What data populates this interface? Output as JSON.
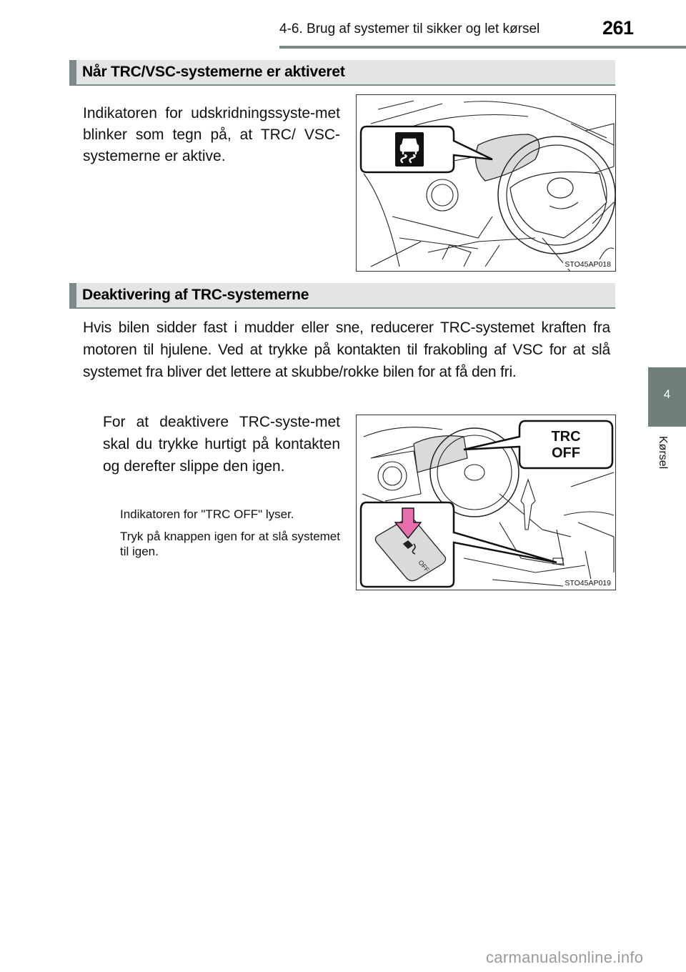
{
  "header": {
    "title": "4-6. Brug af systemer til sikker og let kørsel",
    "page_number": "261"
  },
  "sections": [
    {
      "heading": "Når TRC/VSC-systemerne er aktiveret",
      "body": "Indikatoren for udskridningssyste-met blinker som tegn på, at TRC/ VSC-systemerne er aktive.",
      "figure": {
        "caption": "STO45AP018",
        "callout_icon": "skid-indicator-icon"
      }
    },
    {
      "heading": "Deaktivering af TRC-systemerne",
      "intro": "Hvis bilen sidder fast i mudder eller sne, reducerer TRC-systemet kraften fra motoren til hjulene. Ved at trykke på kontakten til frakobling af VSC for at slå systemet fra bliver det lettere at skubbe/rokke bilen for at få den fri.",
      "step": "For at deaktivere TRC-syste-met skal du trykke hurtigt på kontakten og derefter slippe den igen.",
      "notes": [
        "Indikatoren for \"TRC OFF\" lyser.",
        "Tryk på knappen igen for at slå systemet til igen."
      ],
      "figure": {
        "caption": "STO45AP019",
        "callout_line1": "TRC",
        "callout_line2": "OFF",
        "button_label": "OFF",
        "arrow_color": "#e86fae"
      }
    }
  ],
  "side_tab": {
    "number": "4",
    "label": "Kørsel"
  },
  "watermark": "carmanualsonline.info",
  "colors": {
    "accent_gray": "#7b8a88",
    "band_bg": "#e2e5e4",
    "tab_bg": "#6f7f7c",
    "display_fill": "#d8dbda"
  }
}
